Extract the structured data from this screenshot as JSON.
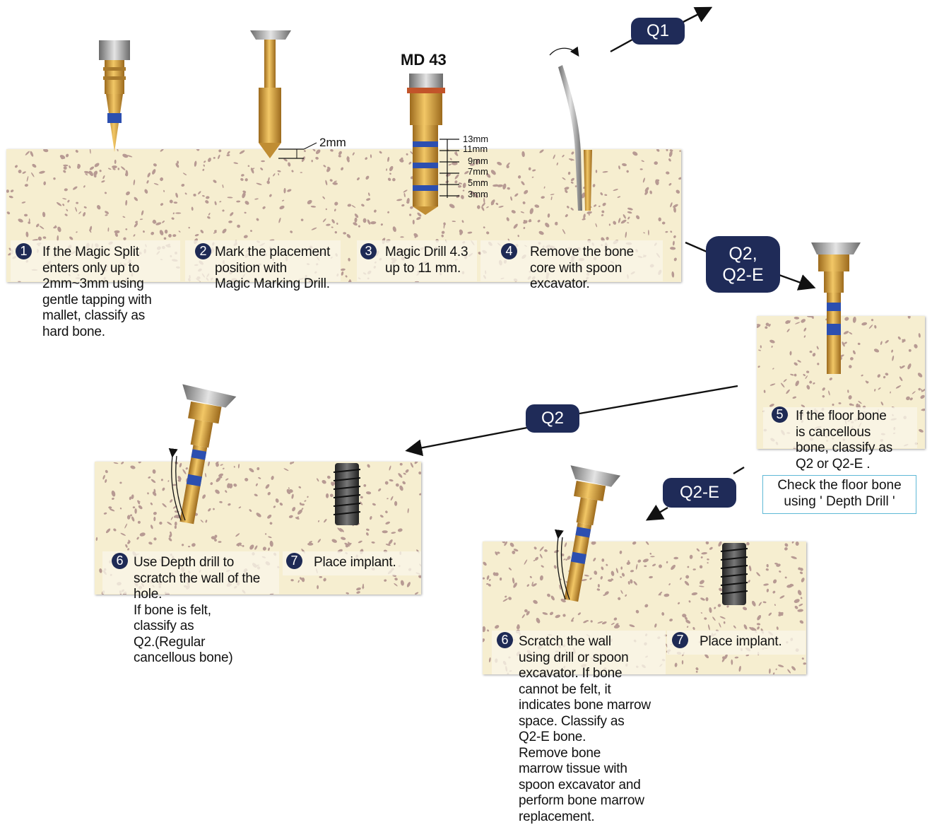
{
  "top_panel": {
    "md_label": "MD 43",
    "depth_label": "2mm",
    "scale_marks": [
      "13mm",
      "11mm",
      "9mm",
      "7mm",
      "5mm",
      "3mm"
    ],
    "steps": [
      {
        "num": "1",
        "text": "If the Magic Split\nenters only up to\n2mm~3mm using\ngentle tapping with\nmallet, classify as\nhard bone."
      },
      {
        "num": "2",
        "text": "Mark the placement\nposition with\nMagic Marking Drill."
      },
      {
        "num": "3",
        "text": "Magic Drill 4.3\nup to 11 mm."
      },
      {
        "num": "4",
        "text": "Remove the bone\ncore with spoon\nexcavator."
      }
    ]
  },
  "badges": {
    "q1": "Q1",
    "q2_q2e": "Q2,\nQ2-E",
    "q2": "Q2",
    "q2e": "Q2-E"
  },
  "right_panel": {
    "step5": {
      "num": "5",
      "text": "If the floor bone\nis cancellous\nbone, classify as\nQ2 or Q2-E ."
    },
    "check_box": "Check the floor bone\nusing ' Depth Drill '"
  },
  "left_bottom_panel": {
    "step6": {
      "num": "6",
      "text": "Use Depth drill to\nscratch the wall of the\nhole.\nIf bone is felt,\nclassify as\nQ2.(Regular\ncancellous bone)"
    },
    "step7": {
      "num": "7",
      "text": "Place implant."
    }
  },
  "right_bottom_panel": {
    "step6": {
      "num": "6",
      "text": "Scratch the wall\nusing drill or spoon\nexcavator. If bone\ncannot be felt,  it\nindicates bone marrow\nspace.  Classify as\nQ2-E bone.\nRemove bone\nmarrow tissue with\nspoon excavator and\nperform bone marrow\nreplacement."
    },
    "step7": {
      "num": "7",
      "text": "Place implant."
    }
  },
  "colors": {
    "bone_bg": "#f6eed0",
    "bone_speckle": "#b79a93",
    "badge": "#1f2b58",
    "gold": "#d9a441",
    "blue_band": "#2c4fb0"
  }
}
